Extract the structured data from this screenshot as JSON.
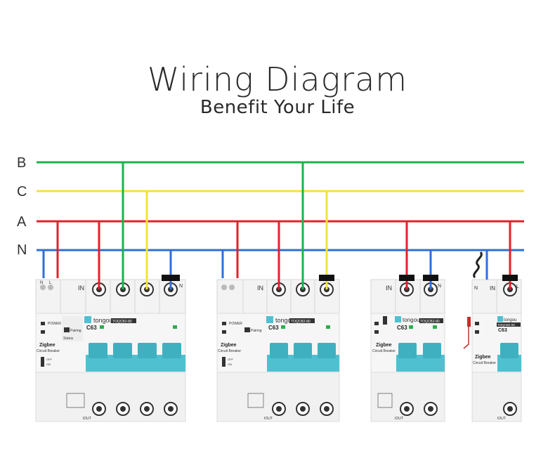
{
  "title": "Wiring Diagram",
  "subtitle": "Benefit Your Life",
  "colors": {
    "B": "#1bb34a",
    "C": "#f5e23a",
    "A": "#e5202b",
    "N": "#2f6fd6",
    "accent": "#4fc0d0"
  },
  "buses": [
    {
      "id": "B",
      "label": "B"
    },
    {
      "id": "C",
      "label": "C"
    },
    {
      "id": "A",
      "label": "A"
    },
    {
      "id": "N",
      "label": "N"
    }
  ],
  "breakers": [
    {
      "id": "breaker-3p-n",
      "brand": "tongou",
      "model": "TOQCB2-80",
      "rating": "C63",
      "product": "Zigbee",
      "product_sub": "Circuit Breaker",
      "pairing": "Pairing",
      "status": "Status",
      "power": "POWER",
      "terminal_in": "IN",
      "terminal_n": "N",
      "ctrl_l": "L",
      "ctrl_n": "N",
      "off": "OFF",
      "on": "ON",
      "out": "IOUT"
    },
    {
      "id": "breaker-3p",
      "brand": "tongou",
      "model": "TOQCB2-80",
      "rating": "C63",
      "product": "Zigbee",
      "product_sub": "Circuit Breaker",
      "pairing": "Pairing",
      "power": "POWER",
      "terminal_in": "IN",
      "off": "OFF",
      "on": "ON",
      "out": "IOUT"
    },
    {
      "id": "breaker-1p-n",
      "brand": "tongou",
      "model": "TOQCB2-80",
      "rating": "C63",
      "product": "Zigbee",
      "product_sub": "Circuit Breaker",
      "terminal_in": "IN",
      "terminal_n": "N",
      "out": "IOUT"
    },
    {
      "id": "breaker-1p",
      "brand": "tongou",
      "model": "TOQCB2-80",
      "rating": "C63",
      "product": "Zigbee",
      "product_sub": "Circuit Breaker",
      "terminal_n": "N",
      "terminal_in": "IN",
      "terminal_l": "L",
      "out": "IOUT"
    }
  ]
}
